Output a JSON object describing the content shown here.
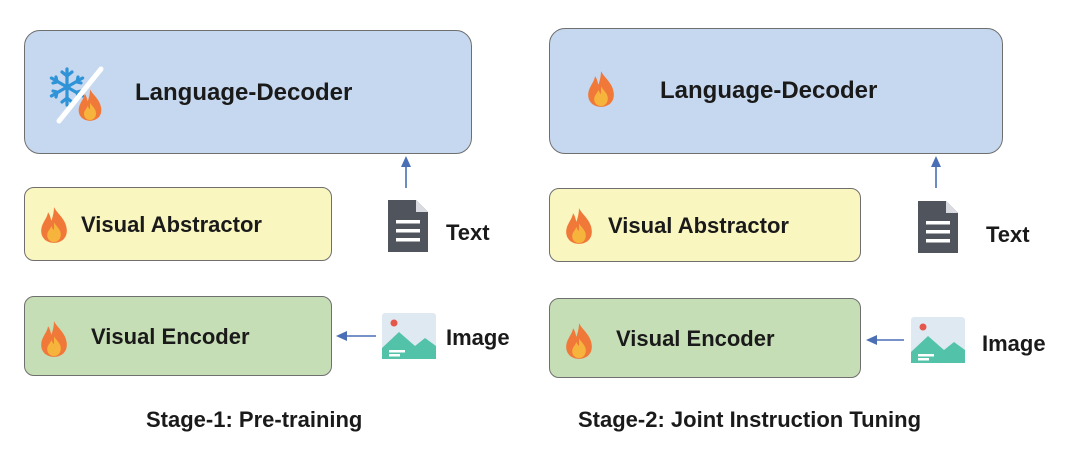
{
  "stages": [
    {
      "id": "stage1",
      "caption": "Stage-1: Pre-training",
      "decoder_label": "Language-Decoder",
      "decoder_icon": "snowflake-fire-icon",
      "abstractor_label": "Visual Abstractor",
      "encoder_label": "Visual Encoder",
      "text_label": "Text",
      "image_label": "Image"
    },
    {
      "id": "stage2",
      "caption": "Stage-2: Joint Instruction Tuning",
      "decoder_label": "Language-Decoder",
      "decoder_icon": "fire-icon",
      "abstractor_label": "Visual Abstractor",
      "encoder_label": "Visual Encoder",
      "text_label": "Text",
      "image_label": "Image"
    }
  ],
  "colors": {
    "decoder_fill": "#c6d8ef",
    "abstractor_fill": "#f9f7bf",
    "encoder_fill": "#c6deb5",
    "arrow": "#4a6fb5",
    "flame_outer": "#f0793a",
    "flame_inner": "#f7b43c",
    "snowflake": "#2f93d8"
  }
}
